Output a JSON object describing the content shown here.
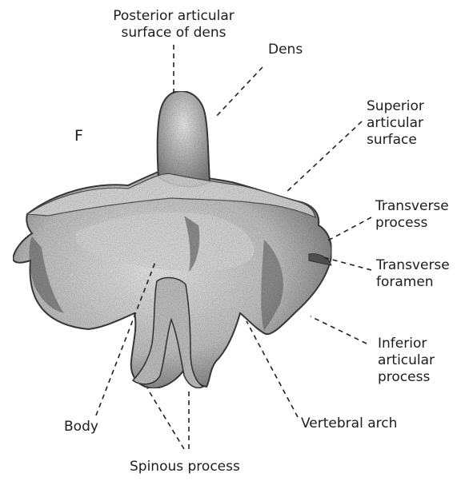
{
  "figure_letter": "F",
  "labels": {
    "posterior_articular_surface": "Posterior articular\nsurface of dens",
    "dens": "Dens",
    "superior_articular_surface": "Superior\narticular\nsurface",
    "transverse_process": "Transverse\nprocess",
    "transverse_foramen": "Transverse\nforamen",
    "inferior_articular_process": "Inferior\narticular\nprocess",
    "body": "Body",
    "vertebral_arch": "Vertebral arch",
    "spinous_process": "Spinous process"
  },
  "colors": {
    "bone_light": "#cfcfcf",
    "bone_mid": "#a8a8a8",
    "bone_dark": "#4a4a4a",
    "leader": "#222222"
  }
}
